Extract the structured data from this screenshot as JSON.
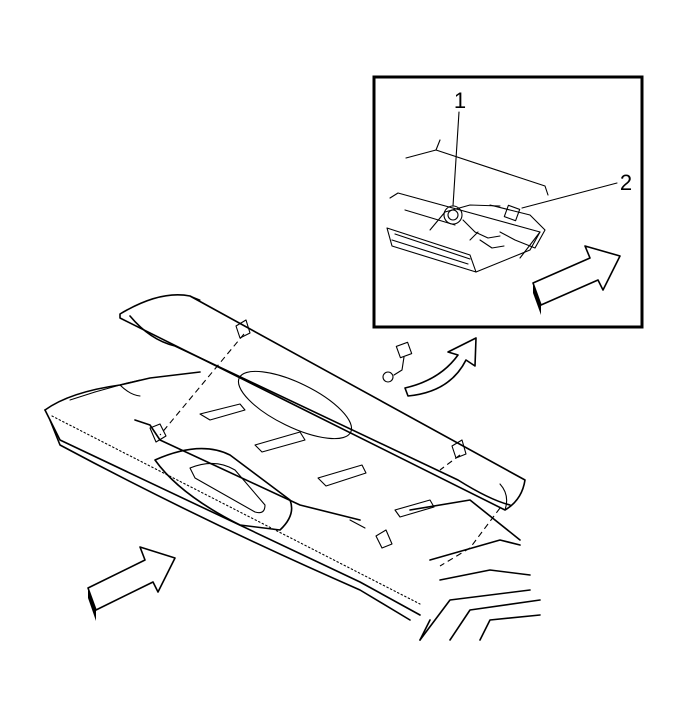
{
  "callouts": [
    {
      "id": "1",
      "label": "1"
    },
    {
      "id": "2",
      "label": "2"
    }
  ],
  "colors": {
    "line": "#000000",
    "background": "#ffffff"
  },
  "icons": [
    "forward-arrow-icon",
    "rotation-arrow-icon",
    "direction-arrow-icon"
  ]
}
